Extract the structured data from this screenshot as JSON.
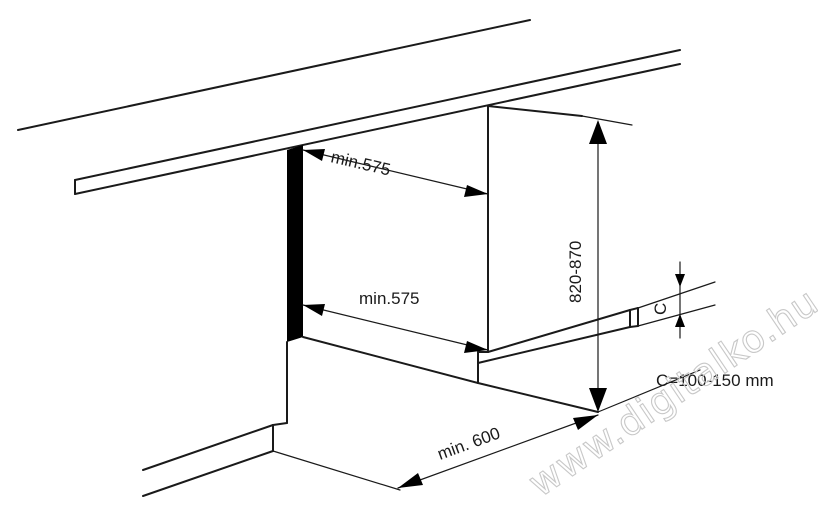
{
  "dimensions": {
    "upper_width": "min.575",
    "lower_width": "min.575",
    "height": "820-870",
    "plinth": "C",
    "depth": "min. 600",
    "plinth_note": "C=100-150 mm"
  },
  "watermark": "www.digitalko.hu",
  "colors": {
    "line": "#1a1a1a",
    "side_panel": "#000000",
    "watermark": "#c8c8c8",
    "background": "#ffffff"
  }
}
